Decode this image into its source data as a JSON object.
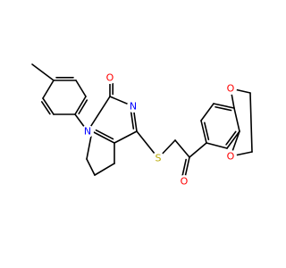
{
  "molecule": {
    "atoms": [
      {
        "id": "o_carbonyl_ring",
        "label": "O",
        "color": "#ff0000"
      },
      {
        "id": "n1",
        "label": "N",
        "color": "#0000ff"
      },
      {
        "id": "n3",
        "label": "N",
        "color": "#0000ff"
      },
      {
        "id": "s",
        "label": "S",
        "color": "#b8a800"
      },
      {
        "id": "o_ketone",
        "label": "O",
        "color": "#ff0000"
      },
      {
        "id": "o_dioxin_top",
        "label": "O",
        "color": "#ff0000"
      },
      {
        "id": "o_dioxin_bottom",
        "label": "O",
        "color": "#ff0000"
      }
    ],
    "bond_color": "#000000",
    "background": "#ffffff"
  }
}
